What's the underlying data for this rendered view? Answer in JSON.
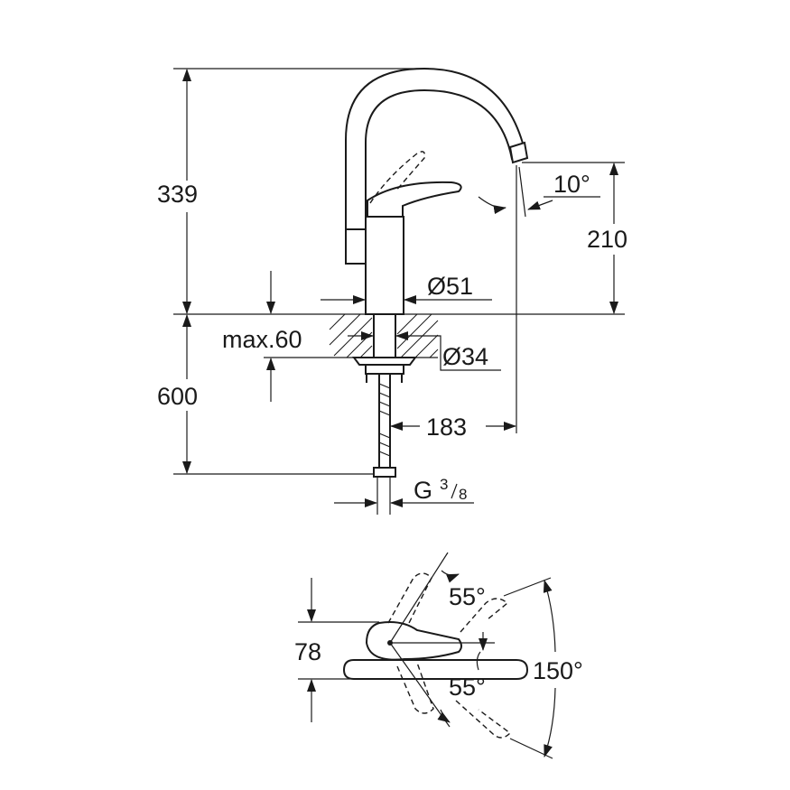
{
  "dimensions": {
    "total_height": "339",
    "spout_height": "210",
    "spout_angle": "10°",
    "base_diameter": "Ø51",
    "max_thickness": "max.60",
    "hole_diameter": "Ø34",
    "below_counter": "600",
    "reach": "183",
    "connection": "G",
    "connection_fraction_num": "3",
    "connection_fraction_den": "8",
    "lever_height": "78",
    "angle_upper": "55°",
    "angle_lower": "55°",
    "total_angle": "150°"
  }
}
